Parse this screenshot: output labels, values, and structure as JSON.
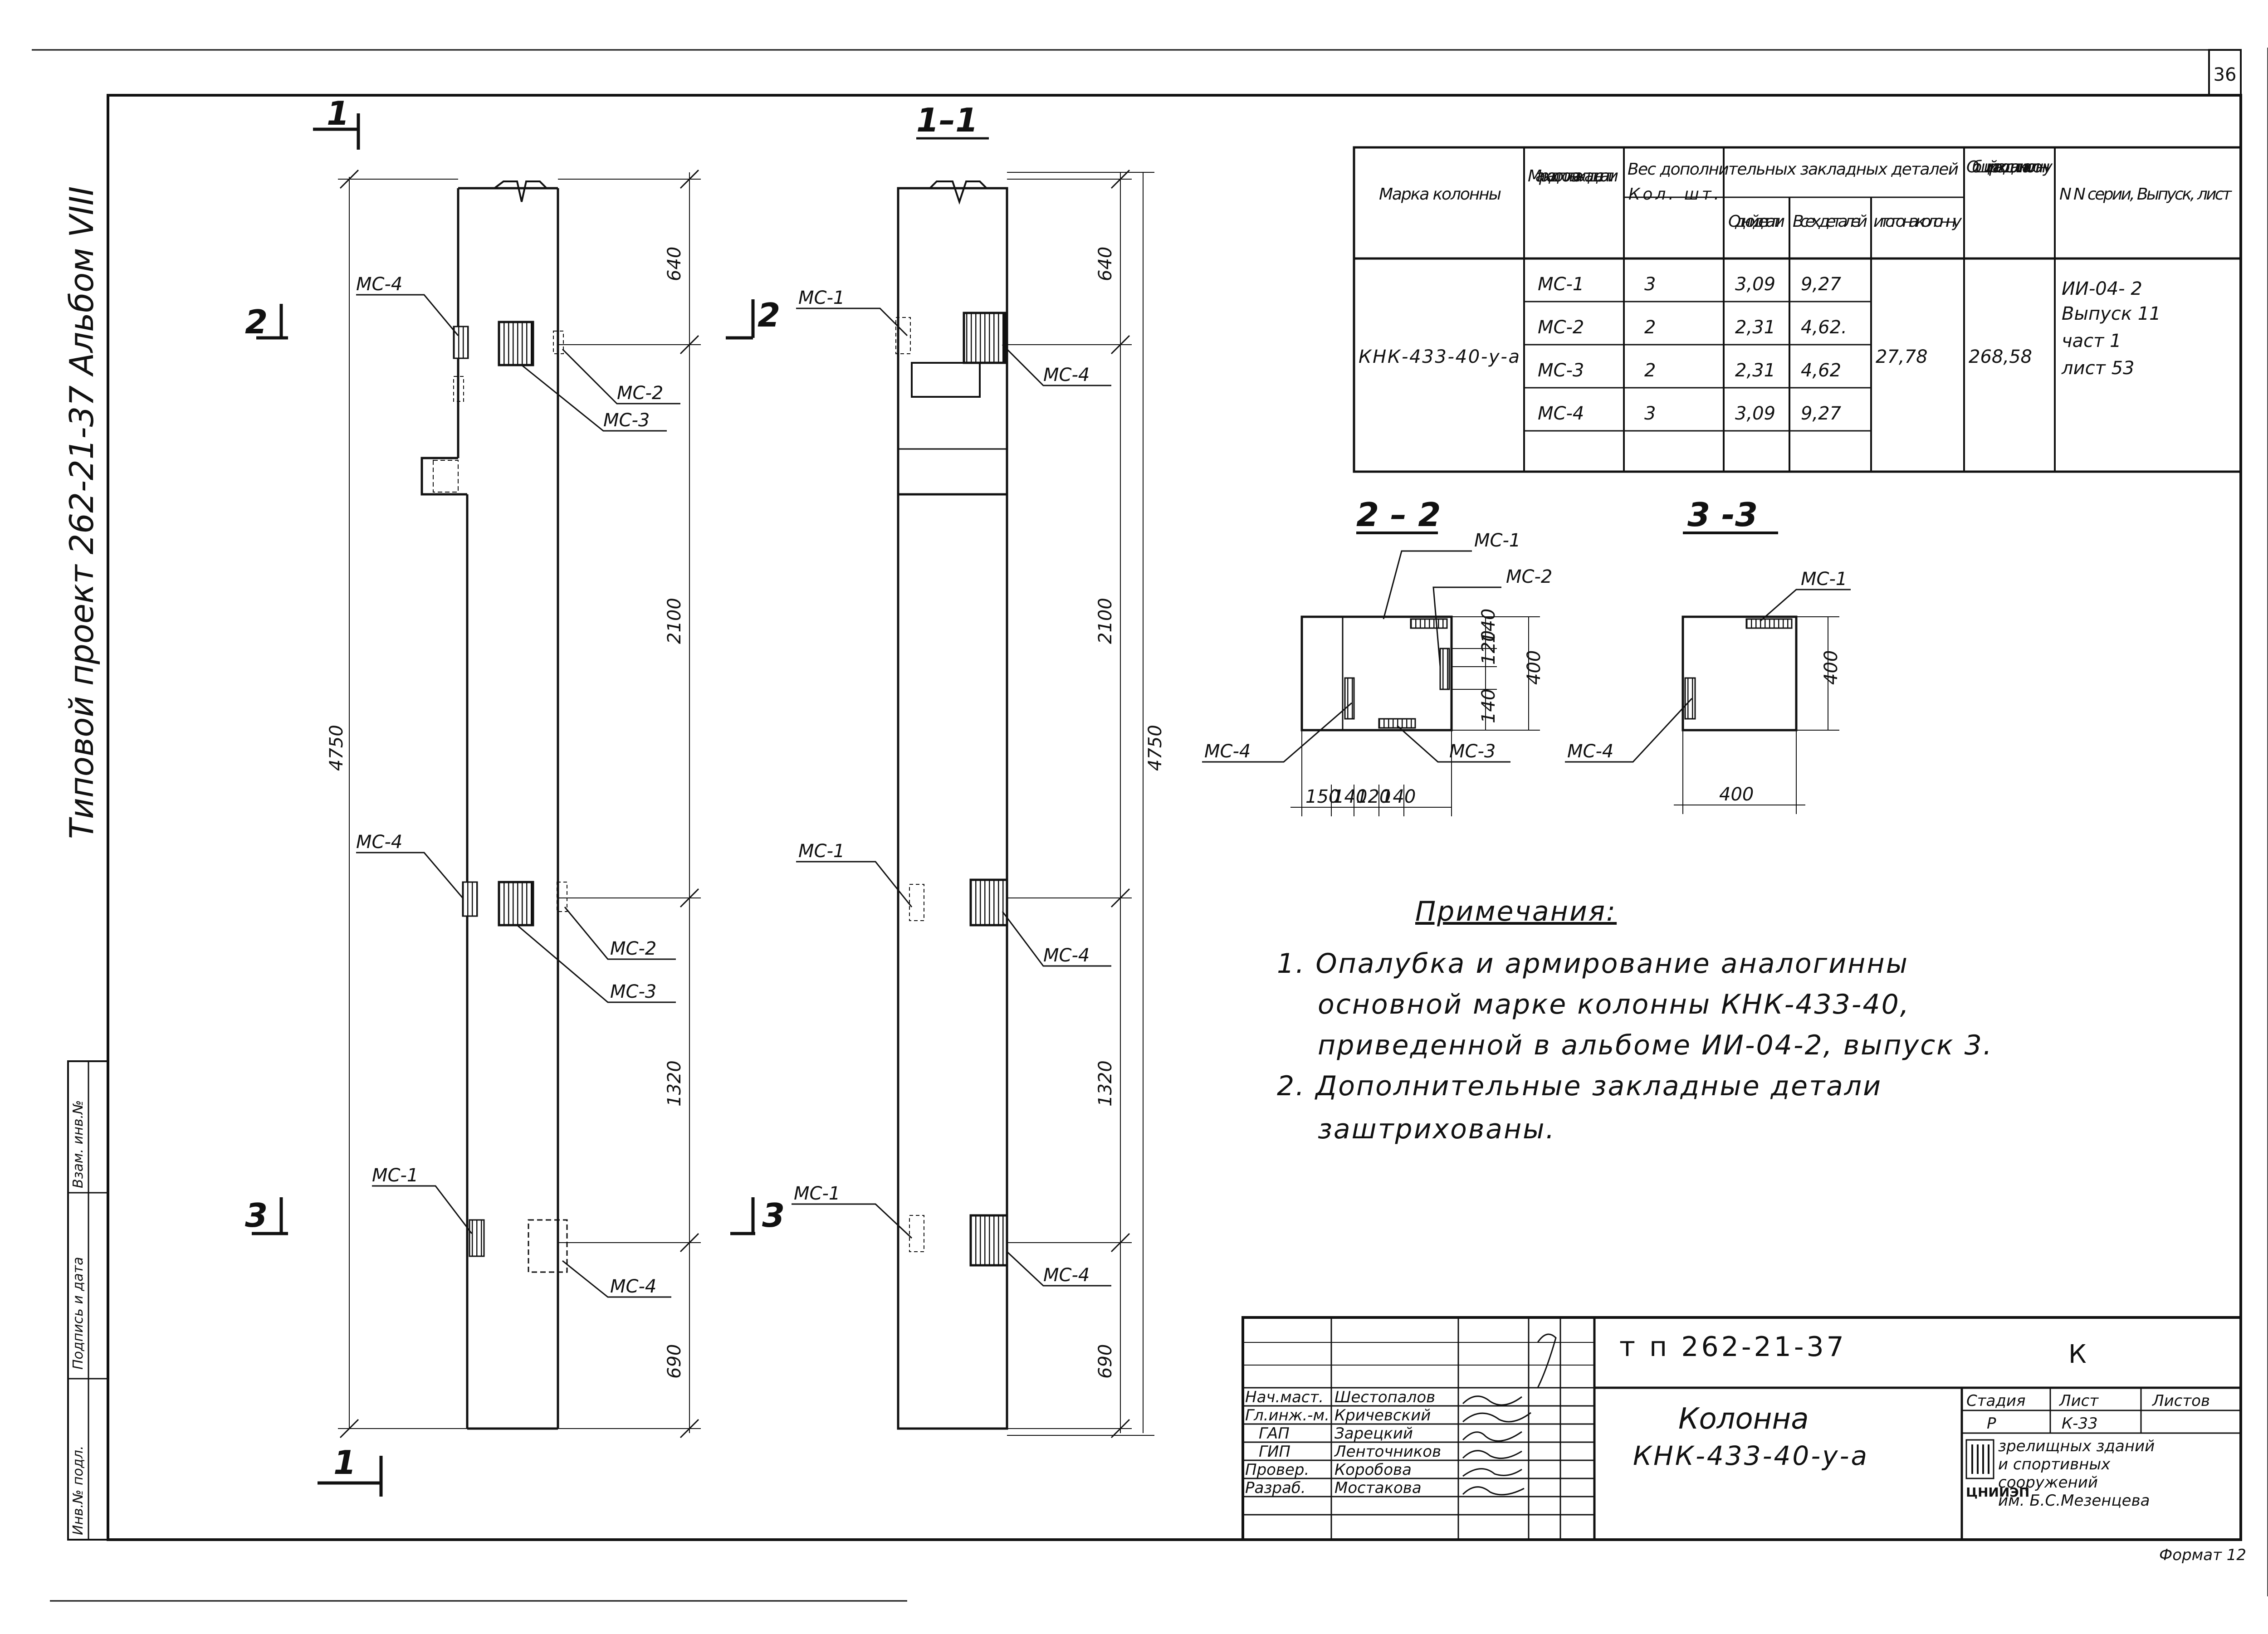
{
  "sheet_number": "36",
  "side_title": "Типовой проект 262-21-37 Альбом VIII",
  "binding_strip": [
    "Инв.№ подл.",
    "Подпись и дата",
    "Взам. инв.№"
  ],
  "section_marks": {
    "cut_1": "1",
    "cut_2": "2",
    "cut_3": "3",
    "section_1_1": "1–1",
    "section_2_2": "2 – 2",
    "section_3_3": "3 -3"
  },
  "elevation_dims": {
    "overall": "4750",
    "top": "640",
    "mid_upper": "2100",
    "mid_lower": "1320",
    "bottom": "690"
  },
  "part_labels": {
    "mc1": "МС-1",
    "mc2": "МС-2",
    "mc3": "МС-3",
    "mc4": "МС-4"
  },
  "sec22_dims": {
    "h400": "400",
    "a140": "140",
    "b120": "120",
    "c140": "140",
    "w150": "150",
    "w140a": "140",
    "w120": "120",
    "w140b": "140"
  },
  "sec33_dims": {
    "h400": "400",
    "w400": "400"
  },
  "table": {
    "headers": {
      "mark": "Марка колонны",
      "part_mark": "Марка дополн. закладн. стали",
      "qty": "Кол. шт.",
      "weight_group": "Вес дополнительных закладных деталей",
      "one": "Одной детали",
      "all": "Всех деталей",
      "total": "итого на колонну",
      "steel": "Общий расход стали на колонну",
      "series": "N N серии, Выпуск, лист"
    },
    "column_mark": "КНК-433-40-у-а",
    "rows": [
      {
        "part": "МС-1",
        "qty": "3",
        "one": "3,09",
        "all": "9,27"
      },
      {
        "part": "МС-2",
        "qty": "2",
        "one": "2,31",
        "all": "4,62."
      },
      {
        "part": "МС-3",
        "qty": "2",
        "one": "2,31",
        "all": "4,62"
      },
      {
        "part": "МС-4",
        "qty": "3",
        "one": "3,09",
        "all": "9,27"
      }
    ],
    "total": "27,78",
    "steel": "268,58",
    "series": [
      "ИИ-04- 2",
      "Выпуск 11",
      "част 1",
      "лист 53"
    ]
  },
  "notes": {
    "title": "Примечания:",
    "items": [
      "1. Опалубка и армирование аналогинны",
      "основной марке колонны КНК-433-40,",
      "приведенной в альбоме ИИ-04-2, выпуск 3.",
      "2. Дополнительные закладные детали",
      "заштрихованы."
    ]
  },
  "title_block": {
    "project": "т п 262-21-37",
    "letter": "К",
    "name": "Колонна",
    "mark": "КНК-433-40-у-а",
    "stage_label": "Стадия",
    "sheet_label": "Лист",
    "sheets_label": "Листов",
    "stage": "Р",
    "sheet": "К-33",
    "org_logo": "ЦНИИЭП",
    "org": [
      "зрелищных зданий",
      "и спортивных",
      "сооружений",
      "им. Б.С.Мезенцева"
    ],
    "format": "Формат 12",
    "staff": [
      {
        "role": "Нач.маст.",
        "name": "Шестопалов"
      },
      {
        "role": "Гл.инж.-м.",
        "name": "Кричевский"
      },
      {
        "role": "ГАП",
        "name": "Зарецкий"
      },
      {
        "role": "ГИП",
        "name": "Ленточников"
      },
      {
        "role": "Провер.",
        "name": "Коробова"
      },
      {
        "role": "Разраб.",
        "name": "Мостакова"
      }
    ]
  }
}
